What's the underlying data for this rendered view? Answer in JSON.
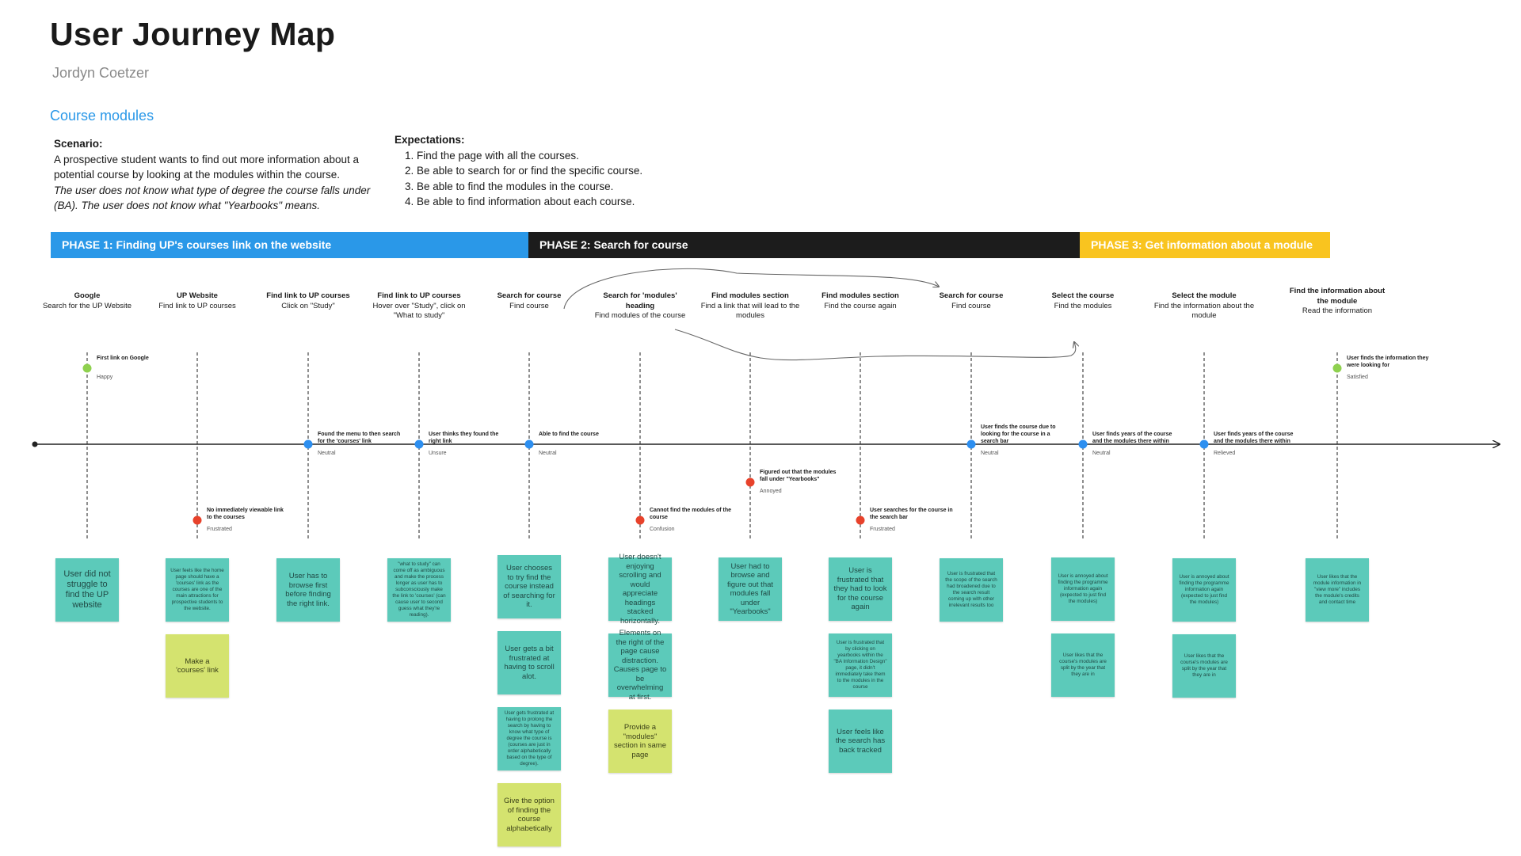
{
  "header": {
    "title": "User Journey Map",
    "author": "Jordyn Coetzer",
    "section": "Course modules"
  },
  "scenario": {
    "heading": "Scenario:",
    "text": "A prospective student wants to find out more information about a potential course by looking at the modules within the course.",
    "note": "The user does not know what type of degree the course falls under (BA). The user does not know what \"Yearbooks\" means."
  },
  "expectations": {
    "heading": "Expectations:",
    "items": [
      "Find the page with all the courses.",
      "Be able to search for or find the specific course.",
      "Be able to find the modules in the course.",
      "Be able to find information about each course."
    ]
  },
  "phases": [
    {
      "label": "PHASE 1: Finding UP's courses link on the website",
      "color": "#2a98e8"
    },
    {
      "label": "PHASE 2: Search for course",
      "color": "#1c1c1c"
    },
    {
      "label": "PHASE 3: Get information about a module",
      "color": "#f9c41f"
    }
  ],
  "colors": {
    "happy": "#8fd14f",
    "neutral": "#2d8ff0",
    "negative": "#e8422b",
    "note": "#5ccaba",
    "idea": "#d4e36f"
  },
  "steps": [
    {
      "title": "Google",
      "desc": "Search for the UP Website",
      "point_label": "First link on Google",
      "emotion": "Happy",
      "mood": "happy",
      "sentiment": 2
    },
    {
      "title": "UP Website",
      "desc": "Find link to UP courses",
      "point_label": "No immediately viewable link to the courses",
      "emotion": "Frustrated",
      "mood": "negative",
      "sentiment": -2
    },
    {
      "title": "Find link to UP courses",
      "desc": "Click on \"Study\"",
      "point_label": "Found the menu to then search for the 'courses' link",
      "emotion": "Neutral",
      "mood": "neutral",
      "sentiment": 0
    },
    {
      "title": "Find link to UP courses",
      "desc": "Hover over \"Study\", click on \"What to study\"",
      "point_label": "User thinks they found the right link",
      "emotion": "Unsure",
      "mood": "neutral",
      "sentiment": 0
    },
    {
      "title": "Search for course",
      "desc": "Find course",
      "point_label": "Able to find the course",
      "emotion": "Neutral",
      "mood": "neutral",
      "sentiment": 0
    },
    {
      "title": "Search for 'modules' heading",
      "desc": "Find modules of the course",
      "point_label": "Cannot find the modules of the course",
      "emotion": "Confusion",
      "mood": "negative",
      "sentiment": -2
    },
    {
      "title": "Find modules section",
      "desc": "Find a link that will lead to the modules",
      "point_label": "Figured out that the modules fall under \"Yearbooks\"",
      "emotion": "Annoyed",
      "mood": "negative",
      "sentiment": -1
    },
    {
      "title": "Find modules section",
      "desc": "Find the course again",
      "point_label": "User searches for the course in the search bar",
      "emotion": "Frustrated",
      "mood": "negative",
      "sentiment": -2
    },
    {
      "title": "Search for course",
      "desc": "Find course",
      "point_label": "User finds the course due to looking for the course in a search bar",
      "emotion": "Neutral",
      "mood": "neutral",
      "sentiment": 0
    },
    {
      "title": "Select the course",
      "desc": "Find the modules",
      "point_label": "User finds years of the course and the modules there within",
      "emotion": "Neutral",
      "mood": "neutral",
      "sentiment": 0
    },
    {
      "title": "Select the module",
      "desc": "Find the information about the module",
      "point_label": "User finds years of the course and the modules there within",
      "emotion": "Relieved",
      "mood": "neutral",
      "sentiment": 0
    },
    {
      "title": "Find the information about the module",
      "desc": "Read the information",
      "point_label": "User finds the information they were looking for",
      "emotion": "Satisfied",
      "mood": "happy",
      "sentiment": 2
    }
  ],
  "notes": [
    [
      {
        "text": "User did not struggle to find the UP website",
        "kind": "note",
        "size": "big"
      }
    ],
    [
      {
        "text": "User feels like the home page should have a 'courses' link as the courses are one of the main attractions for prospective students to the website.",
        "kind": "note",
        "size": "sm"
      },
      {
        "text": "Make a 'courses' link",
        "kind": "idea",
        "size": "md"
      }
    ],
    [
      {
        "text": "User has to browse first before finding the right link.",
        "kind": "note",
        "size": "md"
      }
    ],
    [
      {
        "text": "\"what to study\" can come off as ambiguous and make the process longer as user has to subconsciously make the link to 'courses' (can cause user to second guess what they're reading).",
        "kind": "note",
        "size": "sm"
      }
    ],
    [
      {
        "text": "User chooses to try find the course instead of searching for it.",
        "kind": "note",
        "size": "md"
      },
      {
        "text": "User gets a bit frustrated at having to scroll alot.",
        "kind": "note",
        "size": "md"
      },
      {
        "text": "User gets frustrated at having to prolong the search by having to know what type of degree the course is (courses are just in order alphabetically based on the type of degree).",
        "kind": "note",
        "size": "sm"
      },
      {
        "text": "Give the option of finding the course alphabetically",
        "kind": "idea",
        "size": "md"
      }
    ],
    [
      {
        "text": "User doesn't enjoying scrolling and would appreciate headings stacked horizontally.",
        "kind": "note",
        "size": "md"
      },
      {
        "text": "Elements on the right of the page cause distraction. Causes page to be overwhelming at first.",
        "kind": "note",
        "size": "md"
      },
      {
        "text": "Provide a \"modules\" section in same page",
        "kind": "idea",
        "size": "md"
      }
    ],
    [
      {
        "text": "User had to browse and figure out that modules fall under \"Yearbooks\"",
        "kind": "note",
        "size": "md"
      }
    ],
    [
      {
        "text": "User is frustrated that they had to look for the course again",
        "kind": "note",
        "size": "md"
      },
      {
        "text": "User is frustrated that by clicking on yearbooks within the \"BA Information Design\" page, it didn't immediately take them to the modules in the course",
        "kind": "note",
        "size": "sm"
      },
      {
        "text": "User feels like the search has back tracked",
        "kind": "note",
        "size": "md"
      }
    ],
    [
      {
        "text": "User is frustrated that the scope of the search had broadened due to the search result coming up with other irrelevant results too",
        "kind": "note",
        "size": "sm"
      }
    ],
    [
      {
        "text": "User is annoyed about finding the programme information again (expected to just find the modules)",
        "kind": "note",
        "size": "sm"
      },
      {
        "text": "User likes that the course's modules are split by the year that they are in",
        "kind": "note",
        "size": "sm"
      }
    ],
    [
      {
        "text": "User is annoyed about finding the programme information again (expected to just find the modules)",
        "kind": "note",
        "size": "sm"
      },
      {
        "text": "User likes that the course's modules are split by the year that they are in",
        "kind": "note",
        "size": "sm"
      }
    ],
    [
      {
        "text": "User likes that the module information in \"view more\" includes the module's credits and contact time",
        "kind": "note",
        "size": "sm"
      }
    ]
  ]
}
